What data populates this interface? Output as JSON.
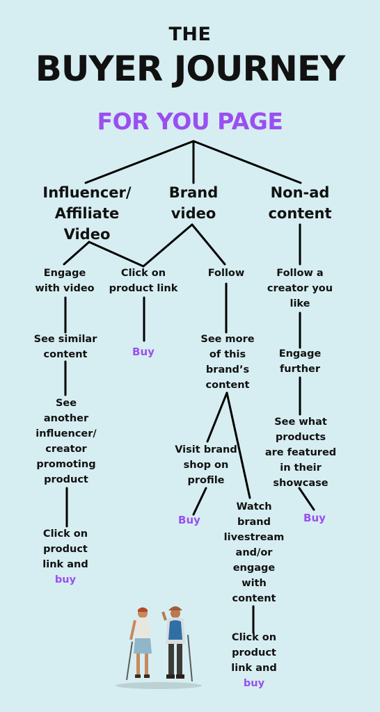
{
  "title": {
    "line1": "THE",
    "line2": "BUYER JOURNEY",
    "line3": "FOR YOU PAGE"
  },
  "categories": {
    "influencer_l1": "Influencer/",
    "influencer_l2": "Affiliate",
    "influencer_l3": "Video",
    "brand_l1": "Brand",
    "brand_l2": "video",
    "nonad_l1": "Non-ad",
    "nonad_l2": "content"
  },
  "nodes": {
    "engage_l1": "Engage",
    "engage_l2": "with video",
    "click_l1": "Click on",
    "click_l2": "product link",
    "follow": "Follow",
    "follow_creator_l1": "Follow a",
    "follow_creator_l2": "creator you",
    "follow_creator_l3": "like",
    "similar_l1": "See similar",
    "similar_l2": "content",
    "buy": "Buy",
    "more_l1": "See more",
    "more_l2": "of this",
    "more_l3": "brand’s",
    "more_l4": "content",
    "engage_further_l1": "Engage",
    "engage_further_l2": "further",
    "another_l1": "See",
    "another_l2": "another",
    "another_l3": "influencer/",
    "another_l4": "creator",
    "another_l5": "promoting",
    "another_l6": "product",
    "showcase_l1": "See what",
    "showcase_l2": "products",
    "showcase_l3": "are featured",
    "showcase_l4": "in their",
    "showcase_l5": "showcase",
    "visit_l1": "Visit brand",
    "visit_l2": "shop on",
    "visit_l3": "profile",
    "watch_l1": "Watch",
    "watch_l2": "brand",
    "watch_l3": "livestream",
    "watch_l4": "and/or",
    "watch_l5": "engage",
    "watch_l6": "with",
    "watch_l7": "content",
    "clickbuy_l1": "Click on",
    "clickbuy_l2": "product",
    "clickbuy_l3": "link and",
    "clickbuy_buy": "buy"
  }
}
